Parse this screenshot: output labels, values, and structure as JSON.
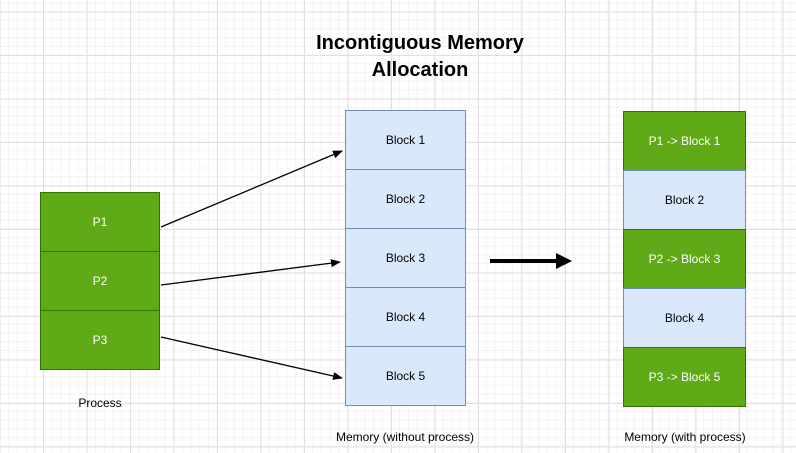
{
  "title": {
    "line1": "Incontiguous Memory",
    "line2": "Allocation"
  },
  "process_stack": {
    "label": "Process",
    "items": [
      {
        "label": "P1"
      },
      {
        "label": "P2"
      },
      {
        "label": "P3"
      }
    ]
  },
  "memory_without": {
    "label": "Memory (without process)",
    "blocks": [
      {
        "label": "Block 1",
        "type": "free"
      },
      {
        "label": "Block 2",
        "type": "free"
      },
      {
        "label": "Block 3",
        "type": "free"
      },
      {
        "label": "Block 4",
        "type": "free"
      },
      {
        "label": "Block 5",
        "type": "free"
      }
    ]
  },
  "memory_with": {
    "label": "Memory (with process)",
    "blocks": [
      {
        "label": "P1 -> Block 1",
        "type": "allocated"
      },
      {
        "label": "Block 2",
        "type": "free"
      },
      {
        "label": "P2 -> Block 3",
        "type": "allocated"
      },
      {
        "label": "Block 4",
        "type": "free"
      },
      {
        "label": "P3 -> Block 5",
        "type": "allocated"
      }
    ]
  },
  "mappings": [
    {
      "from": "P1",
      "to": "Block 1"
    },
    {
      "from": "P2",
      "to": "Block 3"
    },
    {
      "from": "P3",
      "to": "Block 5"
    }
  ],
  "colors": {
    "process_fill": "#60A917",
    "process_stroke": "#2D7600",
    "process_text": "#ffffff",
    "free_fill": "#DAE8FC",
    "free_stroke": "#6C8EBF",
    "free_text": "#000000",
    "arrow_color": "#000000"
  }
}
